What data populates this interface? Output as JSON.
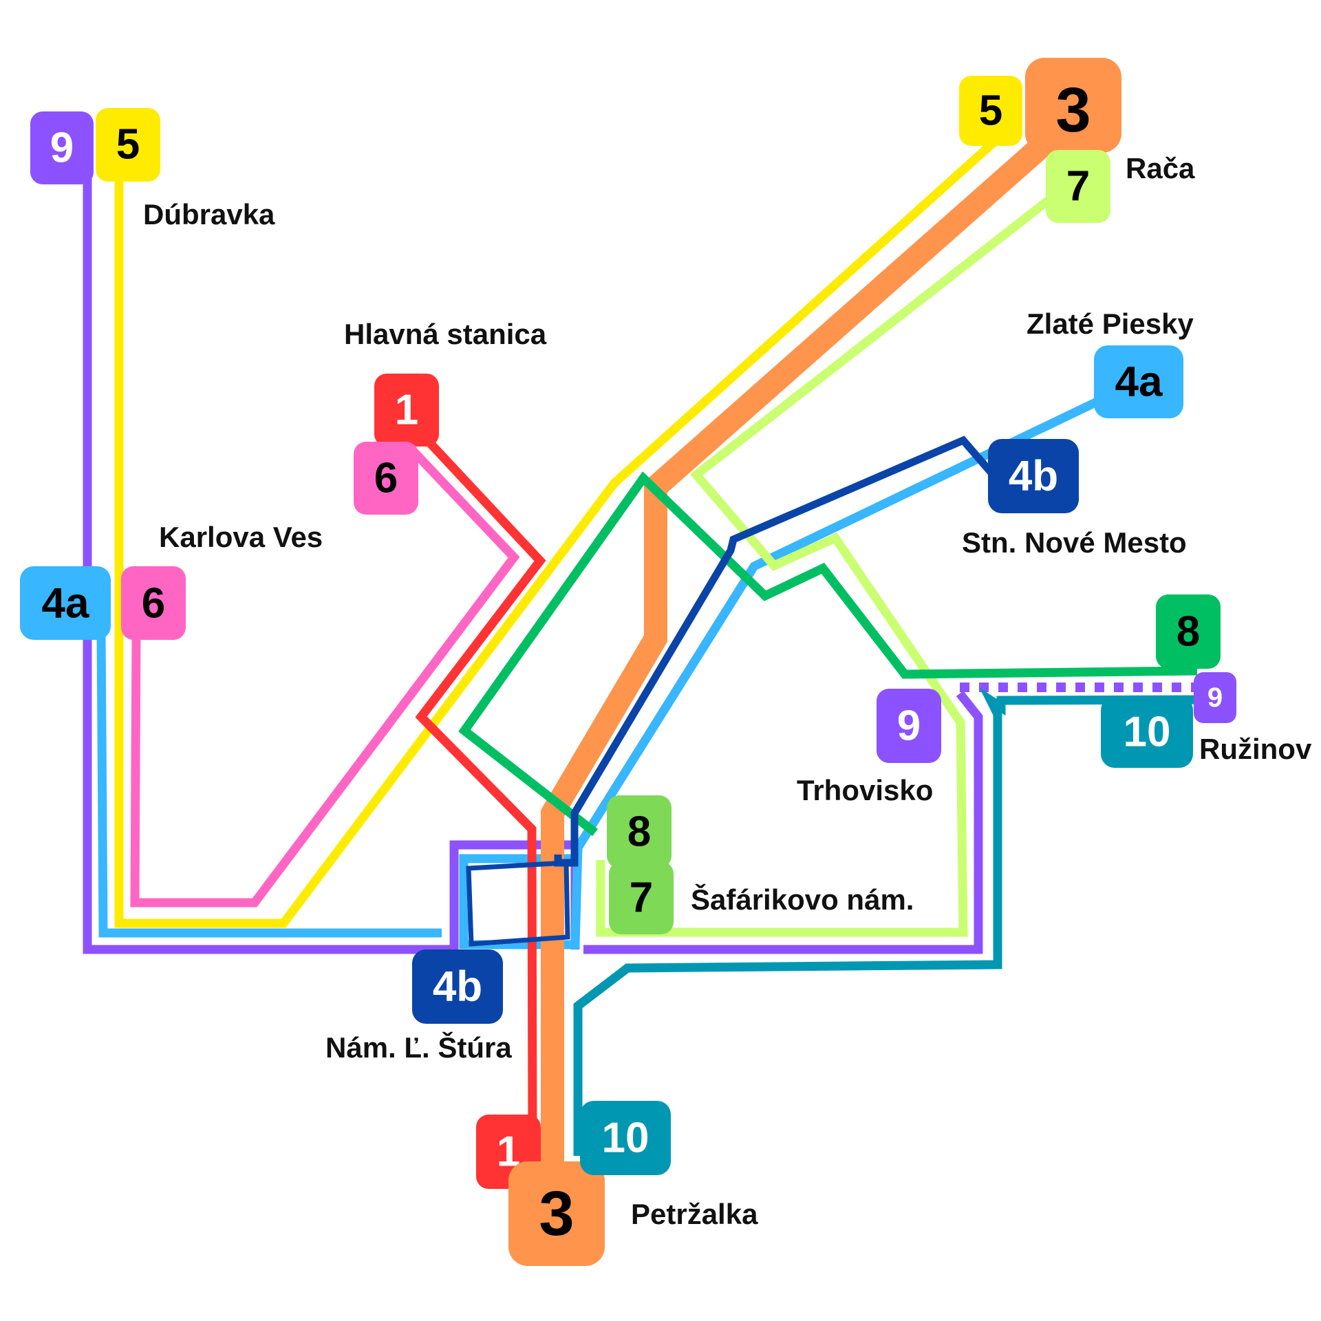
{
  "colors": {
    "line_1": "#ff3333",
    "line_3": "#ff944d",
    "line_4a": "#38b6ff",
    "line_4b": "#0a44a8",
    "line_5": "#ffeb00",
    "line_6": "#ff66c4",
    "line_7": "#c9ff70",
    "line_7_badge": "#7ed957",
    "line_8": "#00bf63",
    "line_9": "#8c52ff",
    "line_10": "#0097b2"
  },
  "stations": {
    "dubravka": "Dúbravka",
    "hlavna_stanica": "Hlavná stanica",
    "karlova_ves": "Karlova Ves",
    "raca": "Rača",
    "zlate_piesky": "Zlaté Piesky",
    "stn_nove_mesto": "Stn. Nové Mesto",
    "trhovisko": "Trhovisko",
    "ruzinov": "Ružinov",
    "safarikovo_nam": "Šafárikovo nám.",
    "nam_stura": "Nám. Ľ. Štúra",
    "petrzalka": "Petržalka"
  },
  "badges": {
    "b9_dubravka": "9",
    "b5_dubravka": "5",
    "b5_raca": "5",
    "b3_raca": "3",
    "b7_raca": "7",
    "b1_hlavna": "1",
    "b6_hlavna": "6",
    "b4a_karlova": "4a",
    "b6_karlova": "6",
    "b4a_zlate": "4a",
    "b4b_nove_mesto": "4b",
    "b8_ruzinov": "8",
    "b9_ruzinov": "9",
    "b10_ruzinov": "10",
    "b9_trhovisko": "9",
    "b8_safarikovo": "8",
    "b7_safarikovo": "7",
    "b4b_stura": "4b",
    "b1_petrzalka": "1",
    "b3_petrzalka": "3",
    "b10_petrzalka": "10"
  }
}
